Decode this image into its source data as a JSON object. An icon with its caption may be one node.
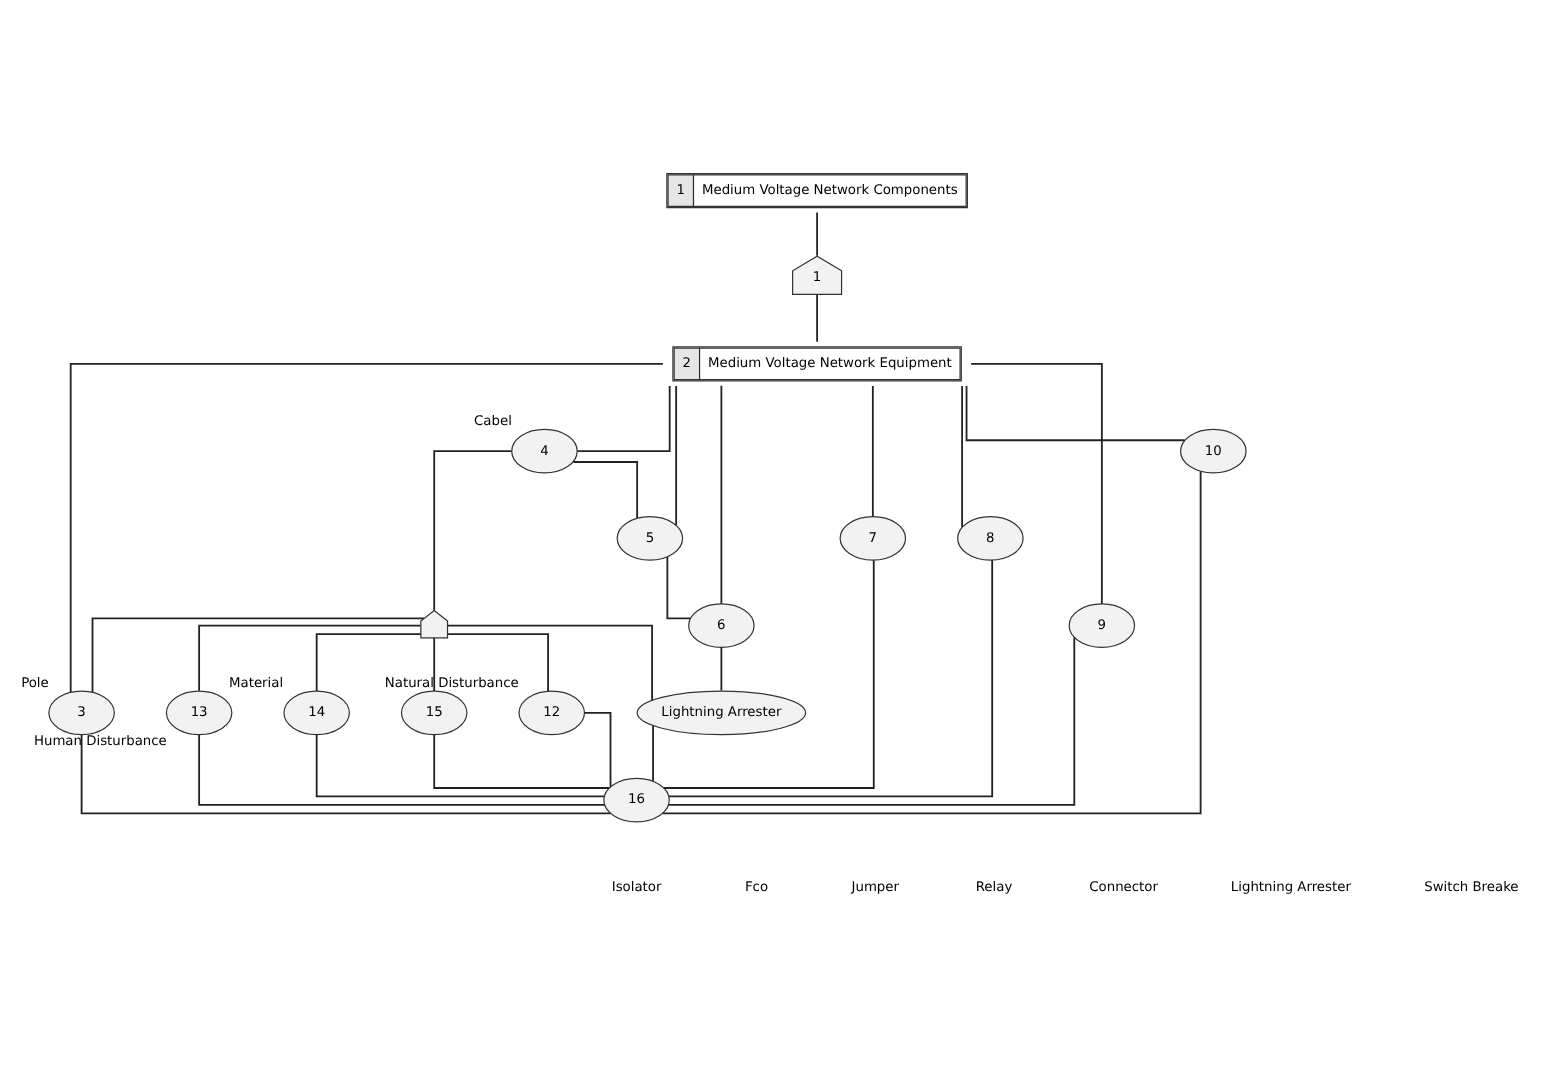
{
  "diagram": {
    "nodes": [
      {
        "text": [
          "1",
          "Medium Voltage Network Components"
        ]
      },
      {
        "text": [
          "1"
        ]
      },
      {
        "text": [
          "2",
          "Medium Voltage Network Equipment"
        ]
      },
      {
        "text": [
          "3"
        ],
        "beside": [
          "Pole"
        ]
      },
      {
        "text": [
          "4"
        ],
        "beside": [
          "Cabel"
        ]
      },
      {
        "text": [
          "5"
        ]
      },
      {
        "text": [
          "6"
        ]
      },
      {
        "text": [],
        "shape": "gate"
      },
      {
        "text": [
          "7"
        ]
      },
      {
        "text": [
          "8"
        ]
      },
      {
        "text": [
          "9"
        ]
      },
      {
        "text": [
          "10"
        ]
      },
      {
        "text": [
          "12"
        ],
        "beside": [
          "Natural Disturbance"
        ]
      },
      {
        "text": [
          "13"
        ],
        "beside": [
          "Human Disturbance"
        ]
      },
      {
        "text": [
          "14"
        ],
        "beside": [
          "Material"
        ]
      },
      {
        "text": [
          "15"
        ]
      },
      {
        "text": [
          "Lightning Arrester"
        ]
      },
      {
        "text": [
          "16"
        ]
      }
    ],
    "edges": [
      {
        "from": 0,
        "to": 1,
        "arrow": "none"
      },
      {
        "from": 1,
        "to": 2,
        "arrow": "none"
      },
      {
        "from": 2,
        "to": 3,
        "arrow": "none"
      },
      {
        "from": 2,
        "to": 4,
        "arrow": "none"
      },
      {
        "from": 2,
        "to": 5,
        "arrow": "none"
      },
      {
        "from": 2,
        "to": 6,
        "arrow": "none"
      },
      {
        "from": 2,
        "to": 8,
        "arrow": "none"
      },
      {
        "from": 2,
        "to": 9,
        "arrow": "none"
      },
      {
        "from": 2,
        "to": 10,
        "arrow": "none"
      },
      {
        "from": 2,
        "to": 11,
        "arrow": "none"
      },
      {
        "from": 4,
        "to": 5,
        "arrow": "none"
      },
      {
        "from": 5,
        "to": 6,
        "arrow": "none"
      },
      {
        "from": 4,
        "to": 7,
        "arrow": "none"
      },
      {
        "from": 7,
        "to": 3,
        "arrow": "none"
      },
      {
        "from": 7,
        "to": 12,
        "arrow": "none"
      },
      {
        "from": 7,
        "to": 13,
        "arrow": "none"
      },
      {
        "from": 7,
        "to": 14,
        "arrow": "none"
      },
      {
        "from": 7,
        "to": 15,
        "arrow": "none"
      },
      {
        "from": 7,
        "to": 16,
        "arrow": "none"
      },
      {
        "from": 6,
        "to": 16,
        "arrow": "none"
      },
      {
        "from": 3,
        "to": 17,
        "arrow": "none"
      },
      {
        "from": 12,
        "to": 17,
        "arrow": "none"
      },
      {
        "from": 13,
        "to": 17,
        "arrow": "none"
      },
      {
        "from": 14,
        "to": 17,
        "arrow": "none"
      },
      {
        "from": 15,
        "to": 17,
        "arrow": "none"
      },
      {
        "from": 16,
        "to": 17,
        "arrow": "none"
      },
      {
        "from": 8,
        "to": 17,
        "arrow": "none"
      },
      {
        "from": 9,
        "to": 17,
        "arrow": "none"
      },
      {
        "from": 10,
        "to": 17,
        "arrow": "none"
      },
      {
        "from": 11,
        "to": 17,
        "arrow": "none"
      }
    ],
    "labels": [
      "Isolator",
      "Fco",
      "Jumper",
      "Relay",
      "Connector",
      "Lightning Arrester",
      "Switch Breake"
    ]
  }
}
